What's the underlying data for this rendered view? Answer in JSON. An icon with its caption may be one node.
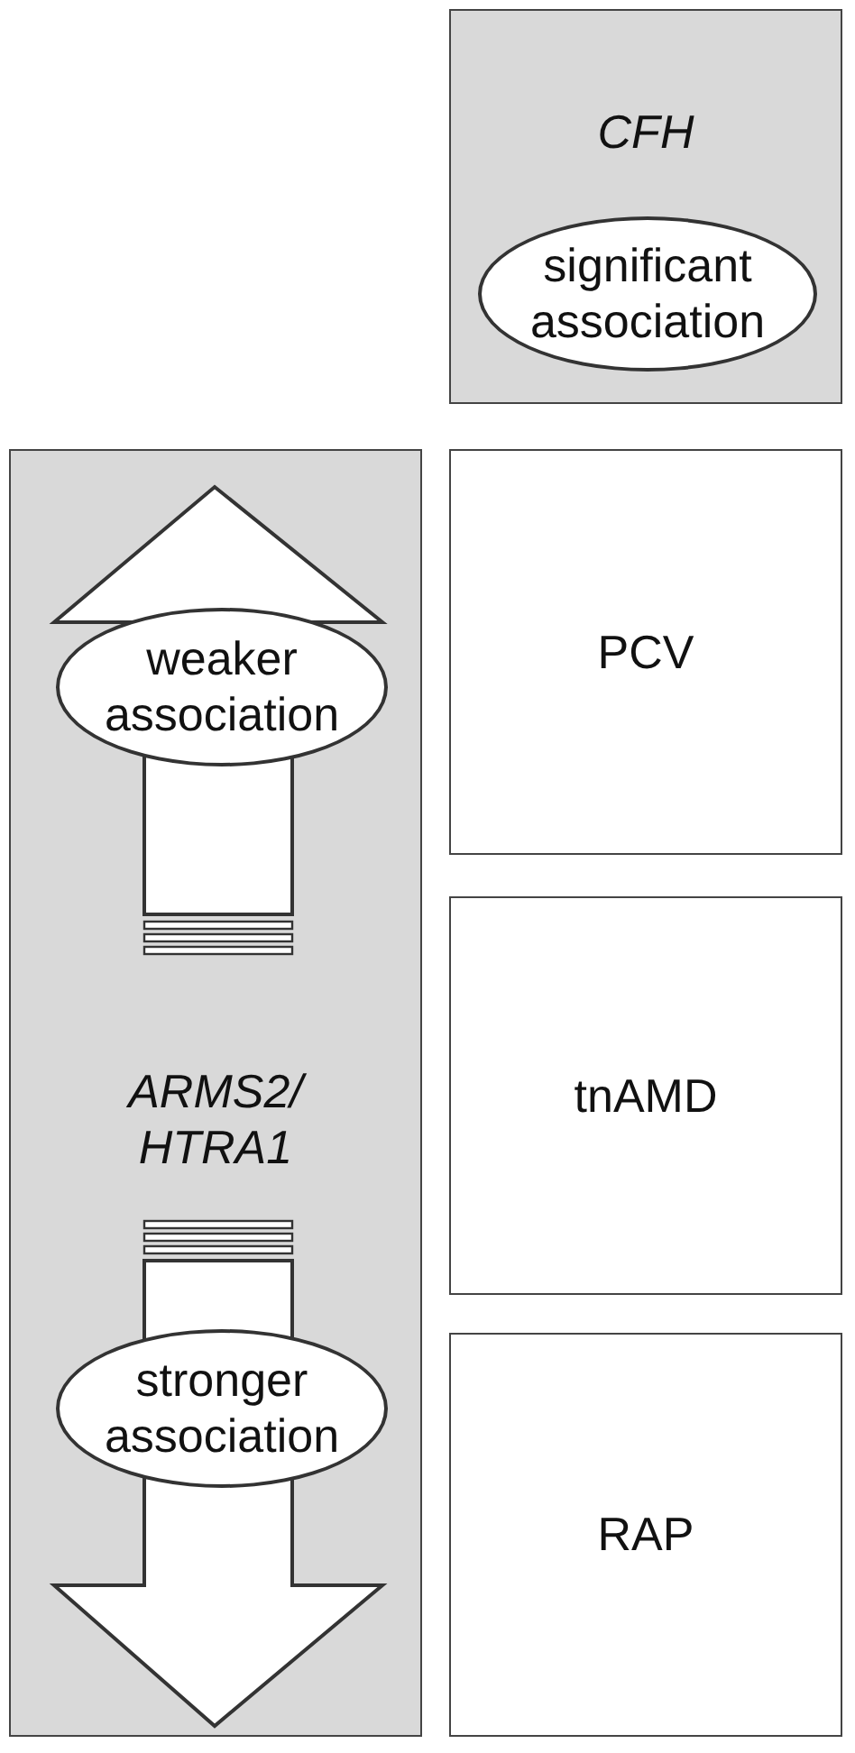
{
  "diagram": {
    "nodes": [
      {
        "text": [
          "CFH"
        ]
      },
      {
        "text": [
          "significant association"
        ],
        "in": 0
      },
      {
        "text": [
          "ARMS2/ HTRA1"
        ]
      },
      {
        "text": [
          "weaker association"
        ],
        "in": 2
      },
      {
        "text": [
          "stronger association"
        ],
        "in": 2
      },
      {
        "text": [
          "PCV"
        ]
      },
      {
        "text": [
          "tnAMD"
        ]
      },
      {
        "text": [
          "RAP"
        ]
      }
    ],
    "edges": []
  }
}
